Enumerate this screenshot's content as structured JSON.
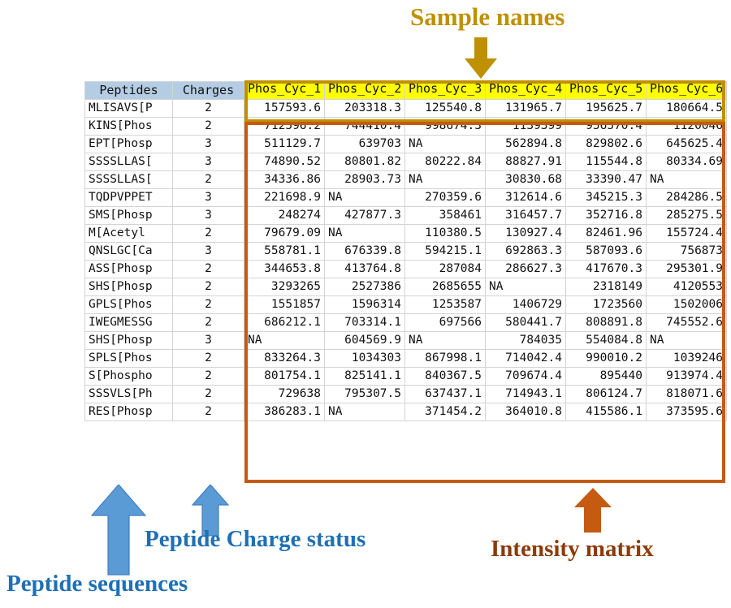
{
  "annotations": {
    "sample_names": {
      "label": "Sample names",
      "color": "#bf9000",
      "arrow": "down-arrow-icon"
    },
    "peptide_charge": {
      "label": "Peptide Charge status",
      "color": "#1f6fb5",
      "arrow": "up-arrow-icon"
    },
    "peptide_sequences": {
      "label": "Peptide sequences",
      "color": "#1f6fb5",
      "arrow": "up-arrow-icon"
    },
    "intensity_matrix": {
      "label": "Intensity matrix",
      "color": "#c55a11",
      "arrow": "up-arrow-icon"
    }
  },
  "table": {
    "header_bg_left": "#b4cde4",
    "header_bg_samples": "#ffff00",
    "columns": [
      "Peptides",
      "Charges",
      "Phos_Cyc_1",
      "Phos_Cyc_2",
      "Phos_Cyc_3",
      "Phos_Cyc_4",
      "Phos_Cyc_5",
      "Phos_Cyc_6"
    ],
    "sample_columns": [
      "Phos_Cyc_1",
      "Phos_Cyc_2",
      "Phos_Cyc_3",
      "Phos_Cyc_4",
      "Phos_Cyc_5",
      "Phos_Cyc_6"
    ],
    "rows": [
      {
        "peptide": "MLISAVS[P",
        "charge": "2",
        "values": [
          "157593.6",
          "203318.3",
          "125540.8",
          "131965.7",
          "195625.7",
          "180664.5"
        ]
      },
      {
        "peptide": "KINS[Phos",
        "charge": "2",
        "values": [
          "712596.2",
          "744410.4",
          "998674.3",
          "1139399",
          "956570.4",
          "1120046"
        ]
      },
      {
        "peptide": "EPT[Phosp",
        "charge": "3",
        "values": [
          "511129.7",
          "639703",
          "NA",
          "562894.8",
          "829802.6",
          "645625.4"
        ]
      },
      {
        "peptide": "SSSSLLAS[",
        "charge": "3",
        "values": [
          "74890.52",
          "80801.82",
          "80222.84",
          "88827.91",
          "115544.8",
          "80334.69"
        ]
      },
      {
        "peptide": "SSSSLLAS[",
        "charge": "2",
        "values": [
          "34336.86",
          "28903.73",
          "NA",
          "30830.68",
          "33390.47",
          "NA"
        ]
      },
      {
        "peptide": "TQDPVPPET",
        "charge": "3",
        "values": [
          "221698.9",
          "NA",
          "270359.6",
          "312614.6",
          "345215.3",
          "284286.5"
        ]
      },
      {
        "peptide": "SMS[Phosp",
        "charge": "3",
        "values": [
          "248274",
          "427877.3",
          "358461",
          "316457.7",
          "352716.8",
          "285275.5"
        ]
      },
      {
        "peptide": "M[Acetyl",
        "charge": "2",
        "values": [
          "79679.09",
          "NA",
          "110380.5",
          "130927.4",
          "82461.96",
          "155724.4"
        ]
      },
      {
        "peptide": "QNSLGC[Ca",
        "charge": "3",
        "values": [
          "558781.1",
          "676339.8",
          "594215.1",
          "692863.3",
          "587093.6",
          "756873"
        ]
      },
      {
        "peptide": "ASS[Phosp",
        "charge": "2",
        "values": [
          "344653.8",
          "413764.8",
          "287084",
          "286627.3",
          "417670.3",
          "295301.9"
        ]
      },
      {
        "peptide": "SHS[Phosp",
        "charge": "2",
        "values": [
          "3293265",
          "2527386",
          "2685655",
          "NA",
          "2318149",
          "4120553"
        ]
      },
      {
        "peptide": "GPLS[Phos",
        "charge": "2",
        "values": [
          "1551857",
          "1596314",
          "1253587",
          "1406729",
          "1723560",
          "1502006"
        ]
      },
      {
        "peptide": "IWEGMESSG",
        "charge": "2",
        "values": [
          "686212.1",
          "703314.1",
          "697566",
          "580441.7",
          "808891.8",
          "745552.6"
        ]
      },
      {
        "peptide": "SHS[Phosp",
        "charge": "3",
        "values": [
          "NA",
          "604569.9",
          "NA",
          "784035",
          "554084.8",
          "NA"
        ]
      },
      {
        "peptide": "SPLS[Phos",
        "charge": "2",
        "values": [
          "833264.3",
          "1034303",
          "867998.1",
          "714042.4",
          "990010.2",
          "1039246"
        ]
      },
      {
        "peptide": "S[Phospho",
        "charge": "2",
        "values": [
          "801754.1",
          "825141.1",
          "840367.5",
          "709674.4",
          "895440",
          "913974.4"
        ]
      },
      {
        "peptide": "SSSVLS[Ph",
        "charge": "2",
        "values": [
          "729638",
          "795307.5",
          "637437.1",
          "714943.1",
          "806124.7",
          "818071.6"
        ]
      },
      {
        "peptide": "RES[Phosp",
        "charge": "2",
        "values": [
          "386283.1",
          "NA",
          "371454.2",
          "364010.8",
          "415586.1",
          "373595.6"
        ]
      }
    ]
  }
}
